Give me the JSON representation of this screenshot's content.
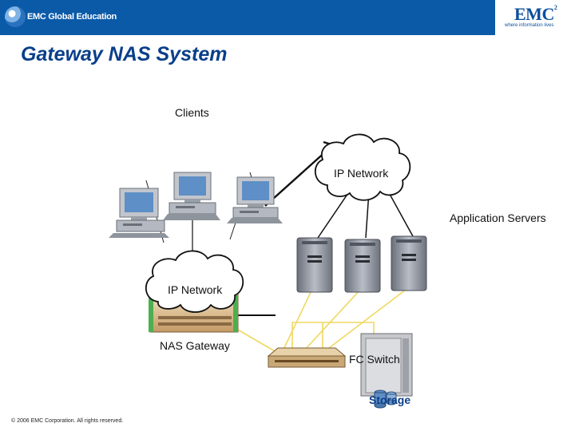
{
  "header": {
    "left_logo_text": "EMC Global Education",
    "right_logo_text": "EMC",
    "right_logo_superscript": "2",
    "right_logo_tagline": "where information lives"
  },
  "title": "Gateway NAS System",
  "labels": {
    "clients": "Clients",
    "ip_network_top": "IP Network",
    "application_servers": "Application Servers",
    "ip_network_bottom": "IP Network",
    "nas_gateway": "NAS Gateway",
    "fc_switch": "FC Switch",
    "storage": "Storage"
  },
  "footer": "© 2006 EMC Corporation. All rights reserved.",
  "colors": {
    "header_blue": "#0a5aa8",
    "title_blue": "#0a3f8a",
    "fc_link_yellow": "#f0d860",
    "cable_black": "#111111"
  }
}
